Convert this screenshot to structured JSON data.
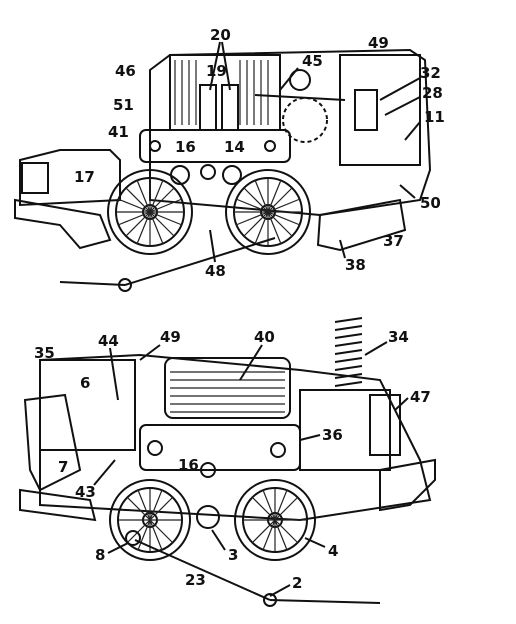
{
  "figure": {
    "upper_labels": [
      {
        "id": "20",
        "text": "20"
      },
      {
        "id": "49",
        "text": "49"
      },
      {
        "id": "46",
        "text": "46"
      },
      {
        "id": "19",
        "text": "19"
      },
      {
        "id": "45",
        "text": "45"
      },
      {
        "id": "32",
        "text": "32"
      },
      {
        "id": "51",
        "text": "51"
      },
      {
        "id": "28",
        "text": "28"
      },
      {
        "id": "41",
        "text": "41"
      },
      {
        "id": "11",
        "text": "11"
      },
      {
        "id": "16",
        "text": "16"
      },
      {
        "id": "14",
        "text": "14"
      },
      {
        "id": "17",
        "text": "17"
      },
      {
        "id": "50",
        "text": "50"
      },
      {
        "id": "37",
        "text": "37"
      },
      {
        "id": "48",
        "text": "48"
      },
      {
        "id": "38",
        "text": "38"
      }
    ],
    "lower_labels": [
      {
        "id": "44",
        "text": "44"
      },
      {
        "id": "49b",
        "text": "49"
      },
      {
        "id": "40",
        "text": "40"
      },
      {
        "id": "34",
        "text": "34"
      },
      {
        "id": "35",
        "text": "35"
      },
      {
        "id": "6",
        "text": "6"
      },
      {
        "id": "47",
        "text": "47"
      },
      {
        "id": "36",
        "text": "36"
      },
      {
        "id": "16b",
        "text": "16"
      },
      {
        "id": "7",
        "text": "7"
      },
      {
        "id": "43",
        "text": "43"
      },
      {
        "id": "8",
        "text": "8"
      },
      {
        "id": "3",
        "text": "3"
      },
      {
        "id": "4",
        "text": "4"
      },
      {
        "id": "23",
        "text": "23"
      },
      {
        "id": "2",
        "text": "2"
      }
    ]
  }
}
